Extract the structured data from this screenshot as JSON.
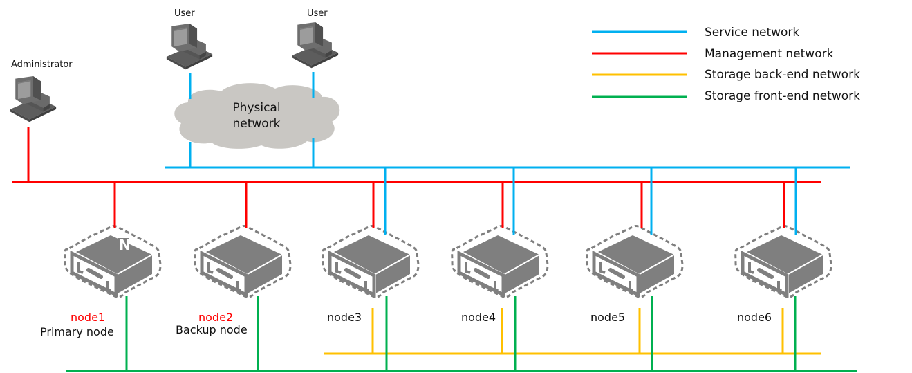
{
  "diagram": {
    "colors": {
      "service": "#00b0f0",
      "management": "#ff0000",
      "storage_backend": "#ffc000",
      "storage_frontend": "#00b050",
      "device_gray": "#7f7f7f",
      "cloud": "#c9c7c3"
    },
    "legend": [
      {
        "key": "service",
        "label": "Service network"
      },
      {
        "key": "management",
        "label": "Management network"
      },
      {
        "key": "storage_backend",
        "label": "Storage back-end network"
      },
      {
        "key": "storage_frontend",
        "label": "Storage front-end network"
      }
    ],
    "clients": {
      "administrator": {
        "label": "Administrator",
        "icon": "computer-icon"
      },
      "user1": {
        "label": "User",
        "icon": "computer-icon"
      },
      "user2": {
        "label": "User",
        "icon": "computer-icon"
      }
    },
    "cloud": {
      "line1": "Physical",
      "line2": "network",
      "icon": "cloud-icon"
    },
    "nodes": [
      {
        "name": "node1",
        "role": "Primary node",
        "highlight": true,
        "badge": "N",
        "networks": [
          "management",
          "storage_frontend"
        ]
      },
      {
        "name": "node2",
        "role": "Backup node",
        "highlight": true,
        "badge": "",
        "networks": [
          "management",
          "storage_frontend"
        ]
      },
      {
        "name": "node3",
        "role": "",
        "highlight": false,
        "badge": "",
        "networks": [
          "management",
          "service",
          "storage_backend",
          "storage_frontend"
        ]
      },
      {
        "name": "node4",
        "role": "",
        "highlight": false,
        "badge": "",
        "networks": [
          "management",
          "service",
          "storage_backend",
          "storage_frontend"
        ]
      },
      {
        "name": "node5",
        "role": "",
        "highlight": false,
        "badge": "",
        "networks": [
          "management",
          "service",
          "storage_backend",
          "storage_frontend"
        ]
      },
      {
        "name": "node6",
        "role": "",
        "highlight": false,
        "badge": "",
        "networks": [
          "management",
          "service",
          "storage_backend",
          "storage_frontend"
        ]
      }
    ]
  }
}
